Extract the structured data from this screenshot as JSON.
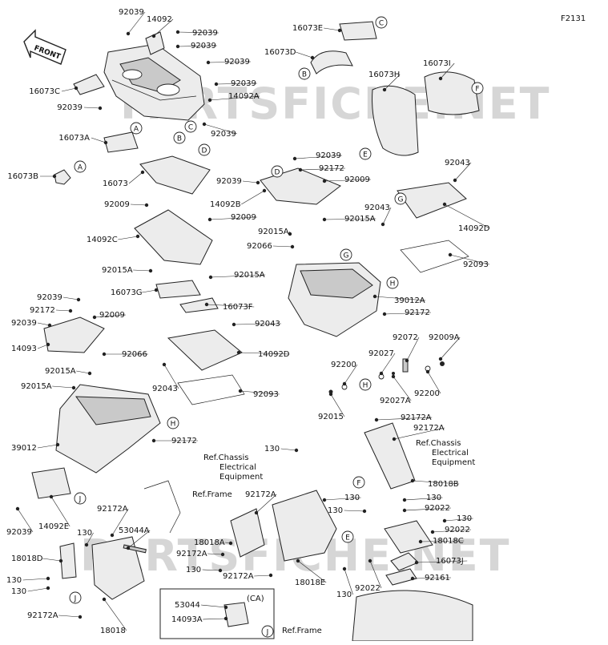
{
  "diagram": {
    "id_code": "F2131",
    "front_label": "FRONT",
    "watermarks": [
      "PARTSFICHE.NET",
      "PARTSFICHE.NET"
    ],
    "callouts": [
      "A",
      "B",
      "C",
      "D",
      "E",
      "F",
      "G",
      "H",
      "J"
    ],
    "ca_box_label": "(CA)",
    "ref_labels": {
      "chassis_1": "Ref.Chassis Electrical Equipment",
      "chassis_2": "Ref.Chassis Electrical Equipment",
      "frame_1": "Ref.Frame",
      "frame_2": "Ref.Frame"
    },
    "part_numbers": {
      "p92039_a": "92039",
      "p14092_a": "14092",
      "p92039_b": "92039",
      "p92039_c": "92039",
      "p92039_d": "92039",
      "p92039_e": "92039",
      "p14092a": "14092A",
      "p16073c": "16073C",
      "p92039_f": "92039",
      "p92039_g": "92039",
      "p16073a": "16073A",
      "p16073b": "16073B",
      "p16073": "16073",
      "p16073e": "16073E",
      "p16073d": "16073D",
      "p16073h": "16073H",
      "p16073i": "16073I",
      "p92043_a": "92043",
      "p92043_b": "92043",
      "p14092d_a": "14092D",
      "p92093_a": "92093",
      "p92039_h": "92039",
      "p92172_a": "92172",
      "p92009_a": "92009",
      "p92039_i": "92039",
      "p14092b": "14092B",
      "p92015a_a": "92015A",
      "p92015a_b": "92015A",
      "p92066_a": "92066",
      "p39012a": "39012A",
      "p92172_b": "92172",
      "p92009_b": "92009",
      "p92009_c": "92009",
      "p14092c": "14092C",
      "p92015a_c": "92015A",
      "p92015a_d": "92015A",
      "p16073g": "16073G",
      "p16073f": "16073F",
      "p92039_j": "92039",
      "p92172_c": "92172",
      "p92009_d": "92009",
      "p92039_k": "92039",
      "p14093": "14093",
      "p92066_b": "92066",
      "p92015a_e": "92015A",
      "p92015a_f": "92015A",
      "p92043_c": "92043",
      "p14092d_b": "14092D",
      "p92043_d": "92043",
      "p92093_b": "92093",
      "p39012": "39012",
      "p92172_d": "92172",
      "p92072": "92072",
      "p92009a": "92009A",
      "p92027": "92027",
      "p92200_a": "92200",
      "p92027a": "92027A",
      "p92200_b": "92200",
      "p92015": "92015",
      "p92172a_a": "92172A",
      "p92172a_b": "92172A",
      "p18018b": "18018B",
      "p130_a": "130",
      "p130_b": "130",
      "p130_c": "130",
      "p130_d": "130",
      "p92022_a": "92022",
      "p92022_b": "92022",
      "p130_e": "130",
      "p18018c": "18018C",
      "p16073j": "16073J",
      "p92161": "92161",
      "p92022_c": "92022",
      "p130_f": "130",
      "p92172a_c": "92172A",
      "p92039_l": "92039",
      "p14092e": "14092E",
      "p92172a_d": "92172A",
      "p53044a": "53044A",
      "p130_g": "130",
      "p18018d": "18018D",
      "p130_h": "130",
      "p130_i": "130",
      "p18018a": "18018A",
      "p92172a_e": "92172A",
      "p130_j": "130",
      "p92172a_f": "92172A",
      "p18018e": "18018E",
      "p92172a_g": "92172A",
      "p18018": "18018",
      "p53044": "53044",
      "p14093a": "14093A"
    }
  }
}
